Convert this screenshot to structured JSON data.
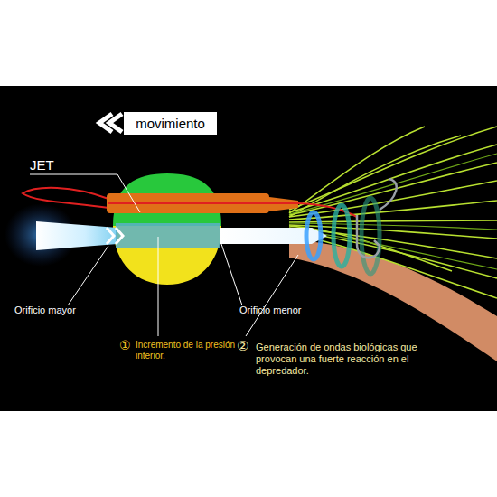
{
  "diagram": {
    "nodes": [
      {
        "text": [
          "movimiento"
        ]
      }
    ],
    "labels": [
      "JET",
      "Orificio mayor",
      "Orificio menor",
      "①",
      "Incremento de la presión interior.",
      "②",
      "Generación de ondas biológicas que provocan una fuerte reacción en el depredador."
    ]
  }
}
